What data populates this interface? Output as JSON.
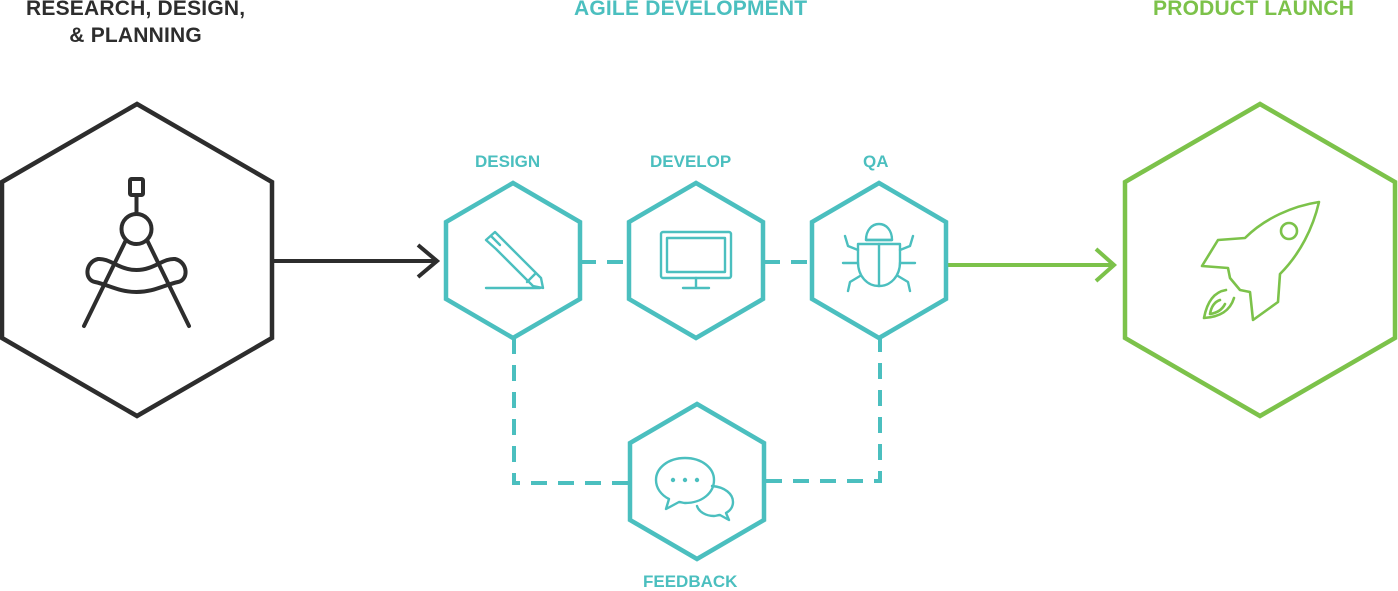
{
  "colors": {
    "dark": "#2d2d2d",
    "teal": "#4bbfbf",
    "green": "#7cc24a"
  },
  "headings": {
    "research_line1": "RESEARCH, DESIGN,",
    "research_line2": "& PLANNING",
    "agile": "AGILE DEVELOPMENT",
    "launch": "PRODUCT LAUNCH"
  },
  "steps": {
    "design": "DESIGN",
    "develop": "DEVELOP",
    "qa": "QA",
    "feedback": "FEEDBACK"
  },
  "icons": {
    "research": "drafting-compass-icon",
    "design": "pencil-icon",
    "develop": "monitor-icon",
    "qa": "bug-icon",
    "feedback": "chat-bubbles-icon",
    "launch": "rocket-icon"
  }
}
